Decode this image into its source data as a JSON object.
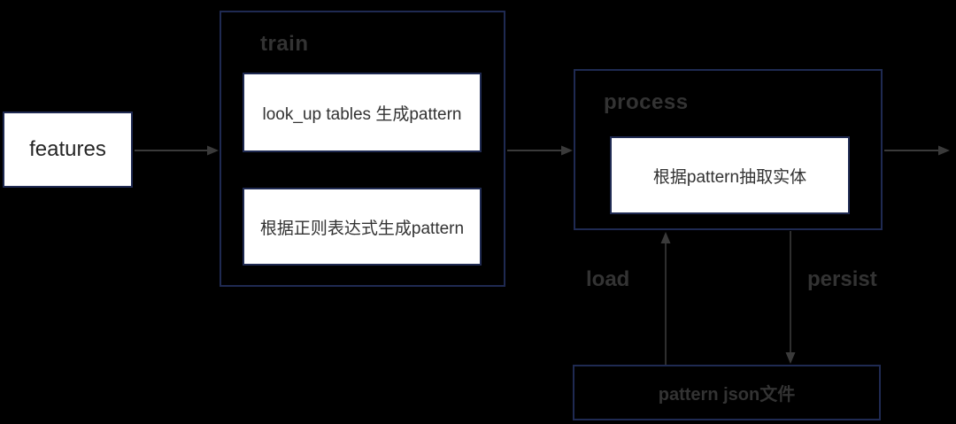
{
  "diagram": {
    "nodes": {
      "features": {
        "label": "features"
      },
      "train": {
        "title": "train",
        "items": [
          "look_up tables 生成pattern",
          "根据正则表达式生成pattern"
        ]
      },
      "process": {
        "title": "process",
        "item": "根据pattern抽取实体"
      },
      "pattern_file": {
        "label": "pattern json文件"
      }
    },
    "edges": {
      "load_label": "load",
      "persist_label": "persist"
    },
    "colors": {
      "background": "#000000",
      "box_border": "#1f2a52",
      "box_fill": "#ffffff",
      "arrow": "#3a3a3a",
      "label_text": "#333333",
      "box_text": "#333333"
    }
  }
}
